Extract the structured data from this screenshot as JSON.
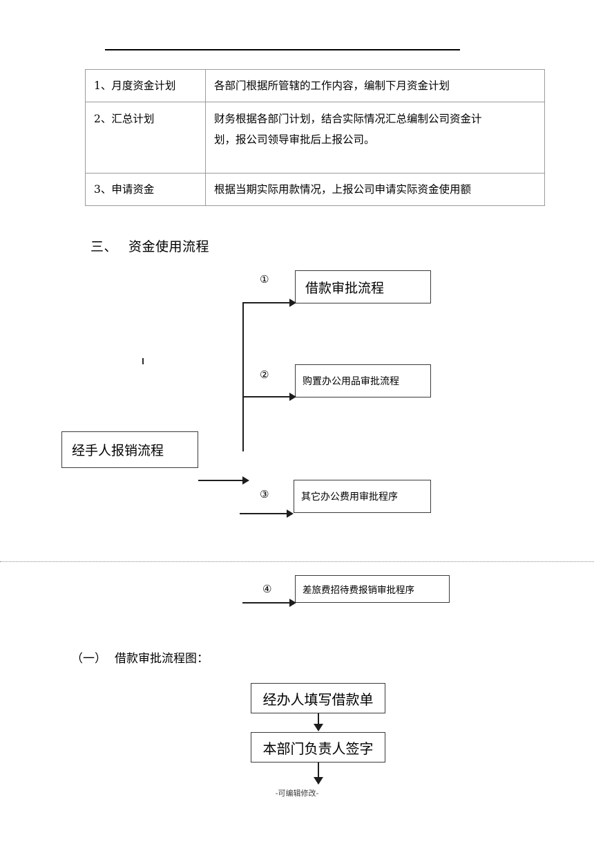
{
  "document": {
    "header_rule": true,
    "footer_note": "-可编辑修改-"
  },
  "table": {
    "rows": [
      {
        "label": "1、月度资金计划",
        "description": "各部门根据所管辖的工作内容，编制下月资金计划"
      },
      {
        "label": "2、汇总计划",
        "description": "财务根据各部门计划，结合实际情况汇总编制公司资金计",
        "description_line2": "划，报公司领导审批后上报公司。"
      },
      {
        "label": "3、申请资金",
        "description": "根据当期实际用款情况，上报公司申请实际资金使用额"
      }
    ]
  },
  "section": {
    "number": "三、",
    "title": "资金使用流程"
  },
  "flow_main": {
    "start_box": "经手人报销流程",
    "branches": [
      {
        "marker": "①",
        "label": "借款审批流程"
      },
      {
        "marker": "②",
        "label": "购置办公用品审批流程"
      },
      {
        "marker": "③",
        "label": "其它办公费用审批程序"
      },
      {
        "marker": "④",
        "label": "差旅费招待费报销审批程序"
      }
    ]
  },
  "subsection": {
    "number": "（一）",
    "title": "借款审批流程图："
  },
  "flow_loan": {
    "steps": [
      "经办人填写借款单",
      "本部门负责人签字"
    ]
  }
}
